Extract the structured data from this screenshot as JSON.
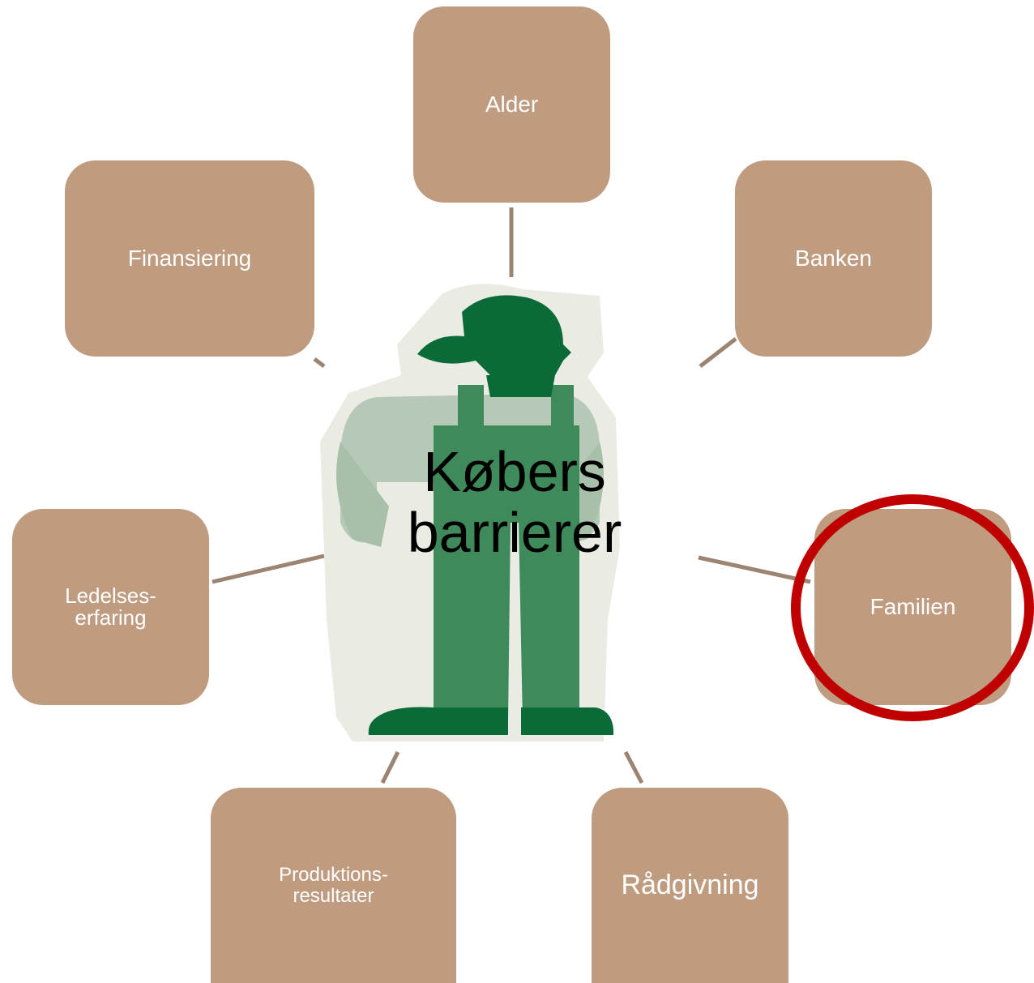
{
  "diagram": {
    "center_title": [
      "Købers",
      "barrierer"
    ],
    "nodes": {
      "alder": "Alder",
      "finansiering": "Finansiering",
      "banken": "Banken",
      "ledelse": [
        "Ledelses-",
        "erfaring"
      ],
      "familien": "Familien",
      "produktion": [
        "Produktions-",
        "resultater"
      ],
      "raadgivning": "Rådgivning"
    },
    "highlighted_node": "familien"
  },
  "colors": {
    "node_fill": "#bf9b80",
    "connector": "#9b8472",
    "highlight_ring": "#c00000",
    "figure_green_dark": "#0a6b38",
    "figure_green_mid": "#3e8a5a",
    "figure_shirt": "#b6c8b6",
    "figure_backdrop": "#eaece4"
  },
  "icons": {
    "center_illustration": "farmer-figure-icon"
  }
}
